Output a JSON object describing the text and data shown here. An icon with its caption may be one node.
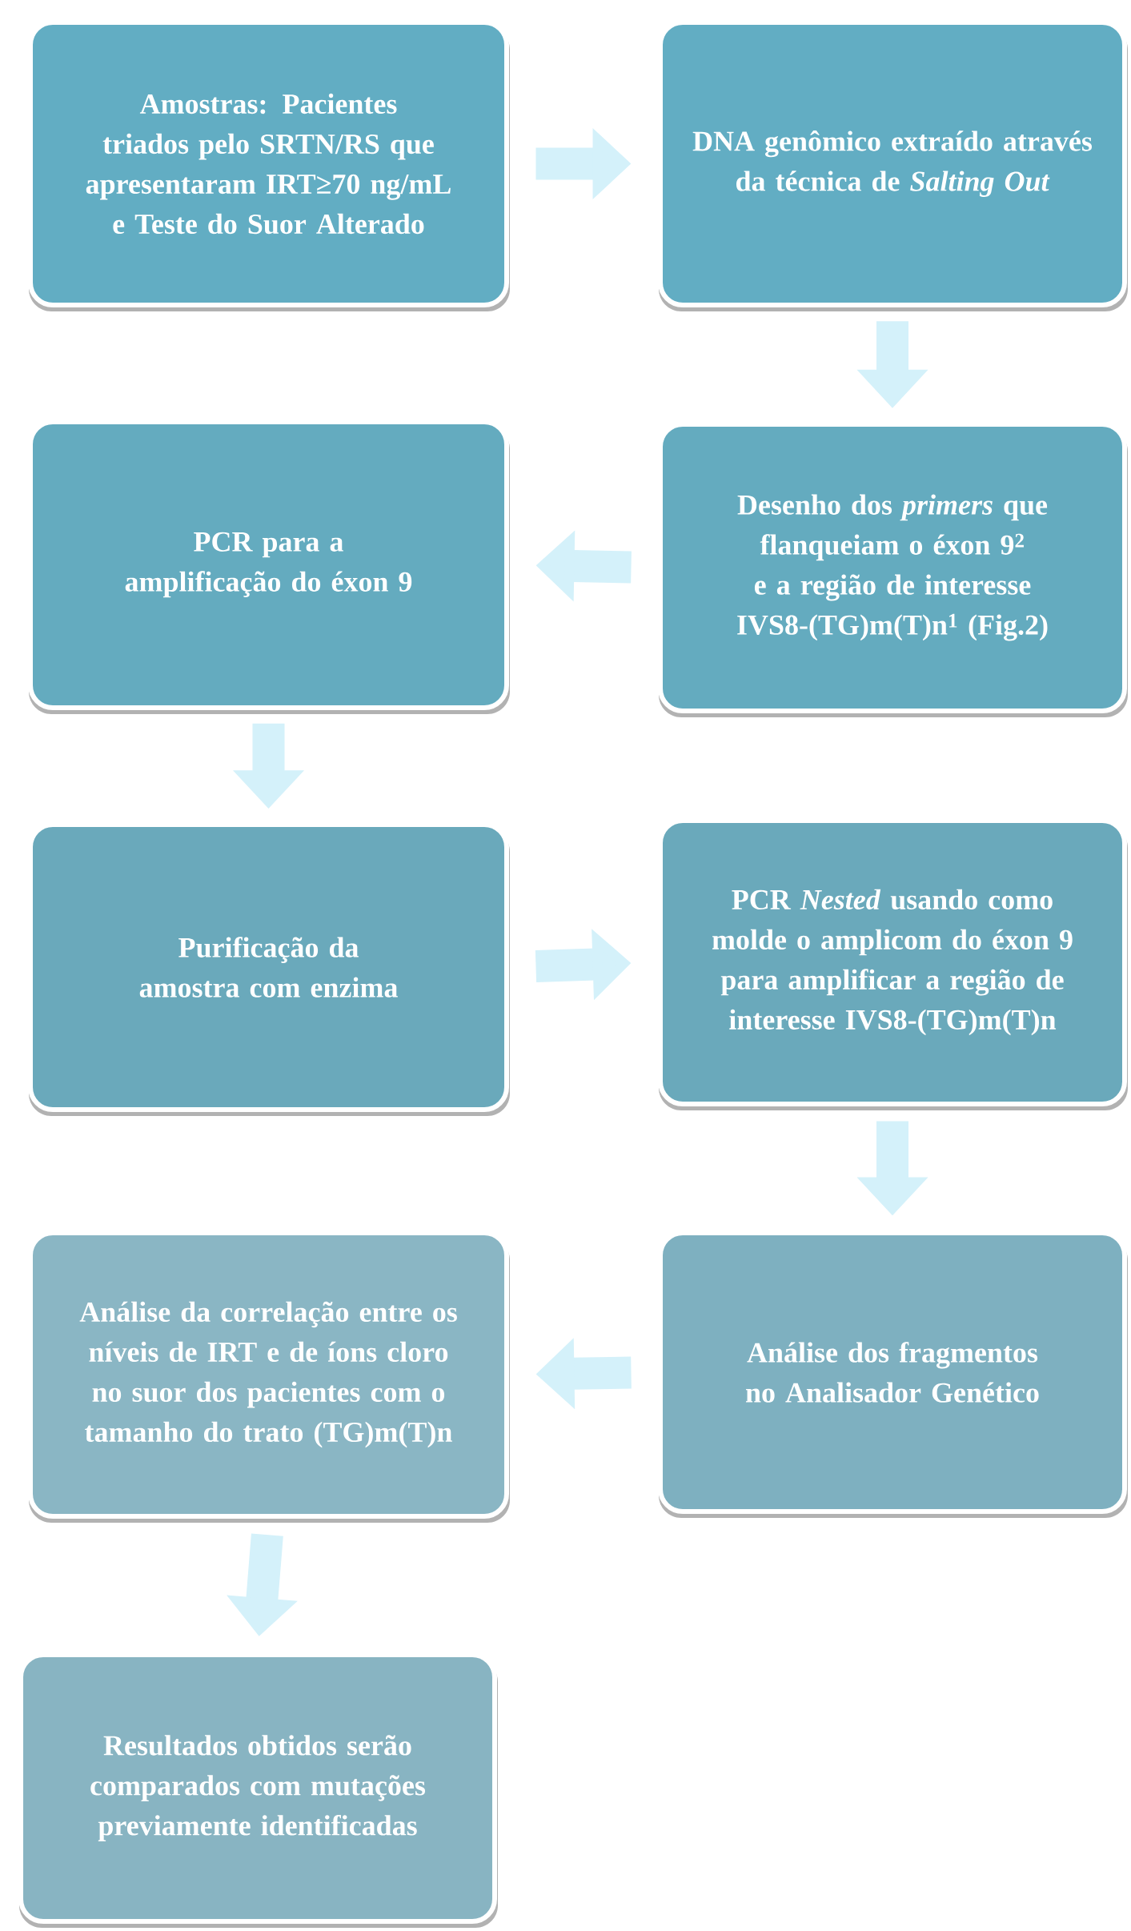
{
  "diagram": {
    "nodes": [
      {
        "text": [
          "Amostras: Pacientes triados pelo SRTN/RS que apresentaram IRT≥70 ng/mL e Teste do Suor Alterado"
        ]
      },
      {
        "text": [
          "DNA genômico extraído através da técnica de *Salting Out*"
        ]
      },
      {
        "text": [
          "PCR para a amplificação do éxon 9"
        ]
      },
      {
        "text": [
          "Desenho dos *primers* que flanqueiam o éxon 9$^{2}$ e a região de interesse IVS8-(TG)m(T)n$^{1}$ (Fig.2)"
        ]
      },
      {
        "text": [
          "Purificação da amostra com enzima"
        ]
      },
      {
        "text": [
          "PCR *Nested* usando como molde o amplicom do éxon 9 para amplificar a região de interesse IVS8-(TG)m(T)n"
        ]
      },
      {
        "text": [
          "Análise da correlação entre os níveis de IRT e de íons cloro no suor dos pacientes com o tamanho do trato (TG)m(T)n"
        ]
      },
      {
        "text": [
          "Análise dos fragmentos no Analisador Genético"
        ]
      },
      {
        "text": [
          "Resultados obtidos serão comparados com mutações previamente identificadas"
        ]
      }
    ],
    "edges": [
      {
        "from": 0,
        "to": 1,
        "arrow": "to"
      },
      {
        "from": 1,
        "to": 3,
        "arrow": "to"
      },
      {
        "from": 3,
        "to": 2,
        "arrow": "to"
      },
      {
        "from": 2,
        "to": 4,
        "arrow": "to"
      },
      {
        "from": 4,
        "to": 5,
        "arrow": "to"
      },
      {
        "from": 5,
        "to": 7,
        "arrow": "to"
      },
      {
        "from": 7,
        "to": 6,
        "arrow": "to"
      },
      {
        "from": 6,
        "to": 8,
        "arrow": "to"
      }
    ]
  }
}
